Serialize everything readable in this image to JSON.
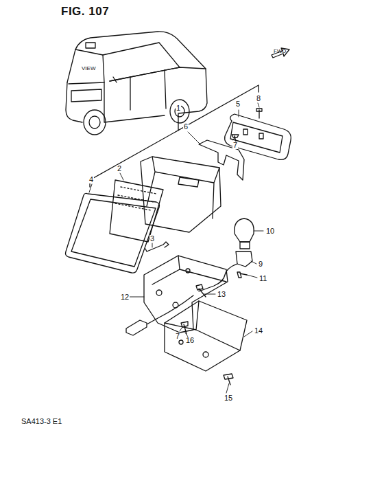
{
  "diagram": {
    "title": "FIG. 107",
    "labels": [
      "VIEW",
      "FWD",
      "1",
      "5",
      "8",
      "6",
      "2",
      "4",
      "7",
      "10",
      "3",
      "9",
      "11",
      "13",
      "12",
      "7",
      "16",
      "14",
      "15",
      "SA413-3 E1"
    ]
  }
}
